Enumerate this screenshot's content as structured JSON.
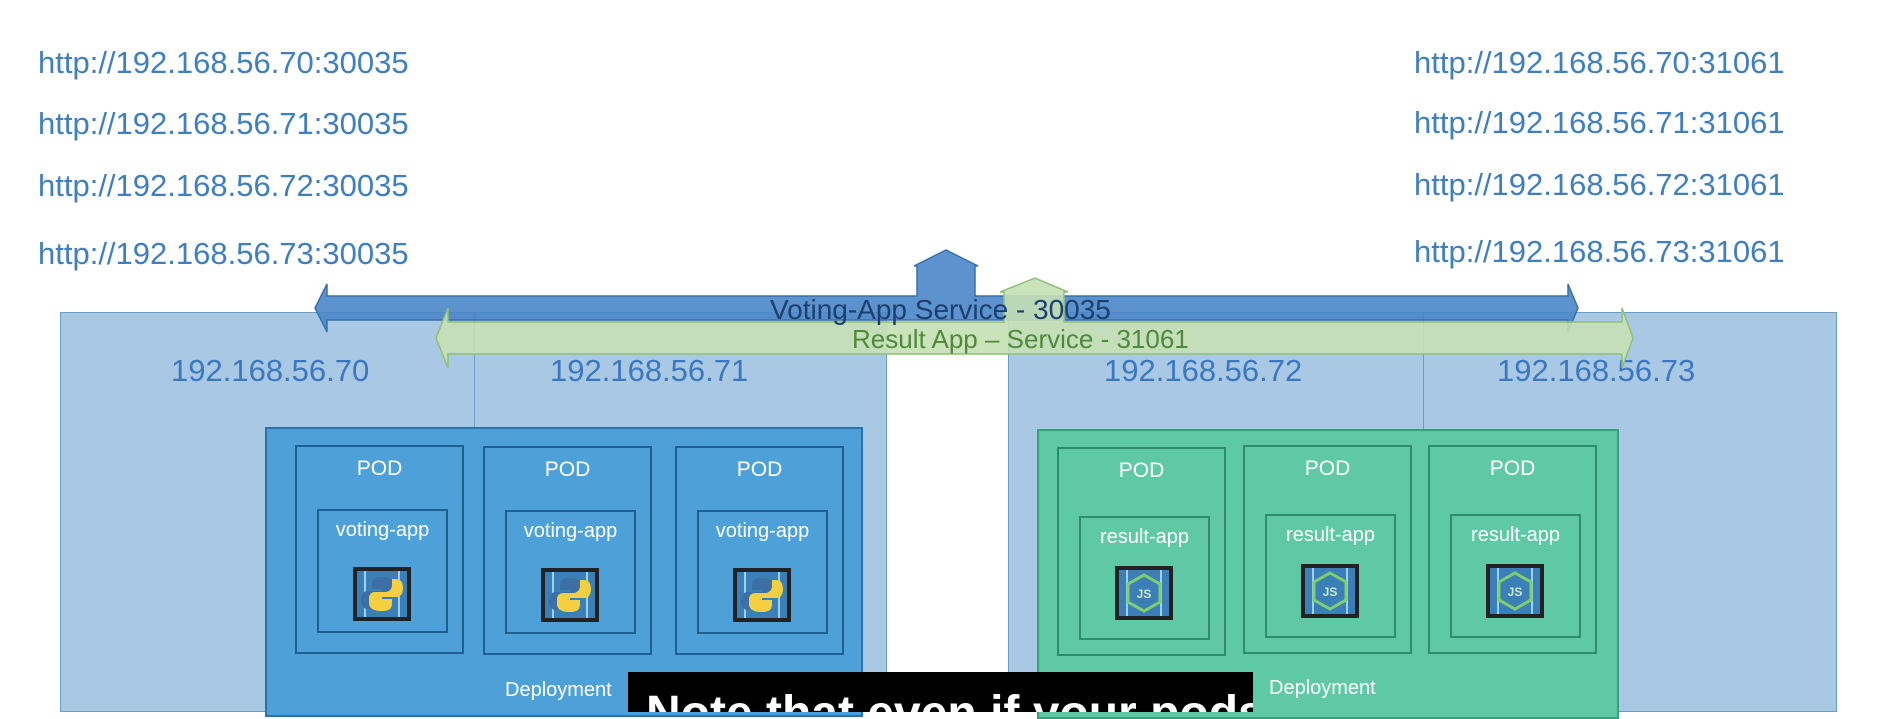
{
  "voting_urls": [
    "http://192.168.56.70:30035",
    "http://192.168.56.71:30035",
    "http://192.168.56.72:30035",
    "http://192.168.56.73:30035"
  ],
  "result_urls": [
    "http://192.168.56.70:31061",
    "http://192.168.56.71:31061",
    "http://192.168.56.72:31061",
    "http://192.168.56.73:31061"
  ],
  "nodes": [
    "192.168.56.70",
    "192.168.56.71",
    "192.168.56.72",
    "192.168.56.73"
  ],
  "voting_service": {
    "label": "Voting-App Service - 30035",
    "color": "#4a86c8"
  },
  "result_service": {
    "label": "Result App – Service - 31061",
    "color": "#c5e0b4"
  },
  "pod_label": "POD",
  "voting_container": "voting-app",
  "result_container": "result-app",
  "deployment_label": "Deployment",
  "caption": "Note that even if your pods",
  "colors": {
    "node_bg": "#a9c8e3",
    "voting_deploy": "#4ea0d9",
    "result_deploy": "#5ec9a4",
    "url_text": "#3f7fc1"
  },
  "icons": [
    "python-icon",
    "nodejs-icon"
  ]
}
